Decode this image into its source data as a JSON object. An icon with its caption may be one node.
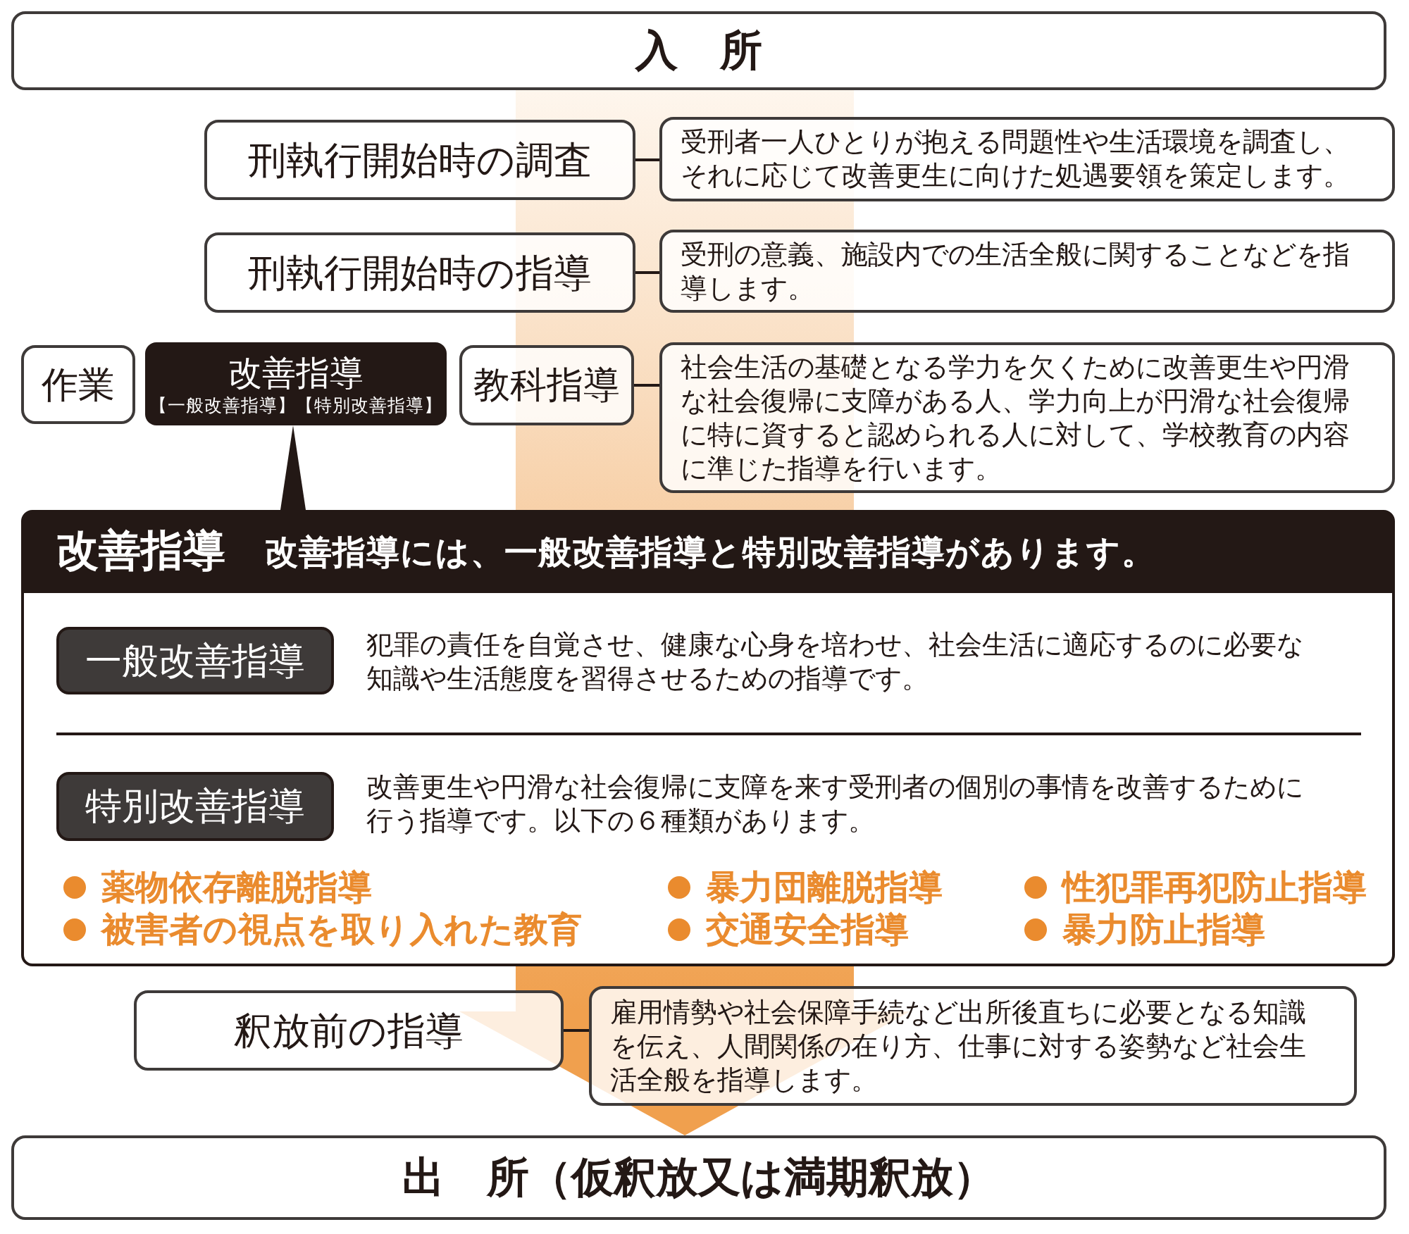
{
  "diagram": {
    "nodes": [
      {
        "text": [
          "入　所"
        ]
      },
      {
        "text": [
          "刑執行開始時の調査"
        ]
      },
      {
        "text": [
          "受刑者一人ひとりが抱える問題性や生活環境を調査し、それに応じて改善更生に向けた処遇要領を策定します。"
        ]
      },
      {
        "text": [
          "刑執行開始時の指導"
        ]
      },
      {
        "text": [
          "受刑の意義、施設内での生活全般に関することなどを指導します。"
        ]
      },
      {
        "text": [
          "作業"
        ]
      },
      {
        "text": [
          "改善指導",
          "【一般改善指導】【特別改善指導】"
        ]
      },
      {
        "text": [
          "教科指導"
        ]
      },
      {
        "text": [
          "社会生活の基礎となる学力を欠くために改善更生や円滑な社会復帰に支障がある人、学力向上が円滑な社会復帰に特に資すると認められる人に対して、学校教育の内容に準じた指導を行います。"
        ]
      },
      {
        "text": [
          "改善指導",
          "改善指導には、一般改善指導と特別改善指導があります。",
          "薬物依存離脱指導",
          "暴力団離脱指導",
          "性犯罪再犯防止指導",
          "被害者の視点を取り入れた教育",
          "交通安全指導",
          "暴力防止指導"
        ]
      },
      {
        "text": [
          "一般改善指導"
        ],
        "in": 9,
        "beside": [
          "犯罪の責任を自覚させ、健康な心身を培わせ、社会生活に適応するのに必要な知識や生活態度を習得させるための指導です。"
        ]
      },
      {
        "text": [
          "特別改善指導"
        ],
        "in": 9,
        "beside": [
          "改善更生や円滑な社会復帰に支障を来す受刑者の個別の事情を改善するために行う指導です。以下の６種類があります。"
        ]
      },
      {
        "text": [
          "釈放前の指導"
        ]
      },
      {
        "text": [
          "雇用情勢や社会保障手続など出所後直ちに必要となる知識を伝え、人間関係の在り方、仕事に対する姿勢など社会生活全般を指導します。"
        ]
      },
      {
        "text": [
          "出　所（仮釈放又は満期釈放）"
        ]
      }
    ],
    "edges": [
      {
        "from": 0,
        "to": 14,
        "arrow": "to",
        "style": "thick",
        "color": "#f0a04e"
      },
      {
        "from": 1,
        "to": 2,
        "arrow": "none"
      },
      {
        "from": 3,
        "to": 4,
        "arrow": "none"
      },
      {
        "from": 9,
        "to": 6,
        "arrow": "to",
        "style": "thick"
      },
      {
        "from": 7,
        "to": 8,
        "arrow": "none"
      },
      {
        "from": 12,
        "to": 13,
        "arrow": "none"
      }
    ]
  }
}
